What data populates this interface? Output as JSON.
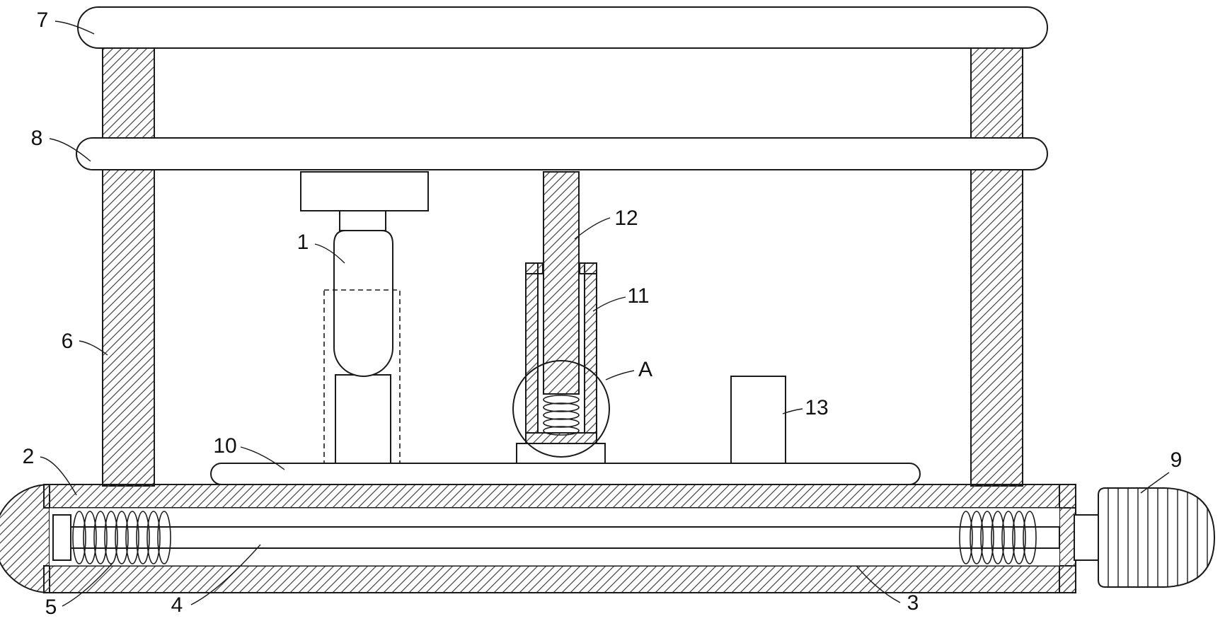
{
  "diagram": {
    "kind": "patent-mechanical-drawing",
    "detail_marker": "A",
    "colors": {
      "line": "#1a1a1a",
      "hatch": "#4a4a4a",
      "background": "#ffffff"
    },
    "labels": [
      {
        "id": "7",
        "text": "7"
      },
      {
        "id": "8",
        "text": "8"
      },
      {
        "id": "6",
        "text": "6"
      },
      {
        "id": "2",
        "text": "2"
      },
      {
        "id": "5",
        "text": "5"
      },
      {
        "id": "4",
        "text": "4"
      },
      {
        "id": "3",
        "text": "3"
      },
      {
        "id": "9",
        "text": "9"
      },
      {
        "id": "10",
        "text": "10"
      },
      {
        "id": "1",
        "text": "1"
      },
      {
        "id": "12",
        "text": "12"
      },
      {
        "id": "11",
        "text": "11"
      },
      {
        "id": "A",
        "text": "A"
      },
      {
        "id": "13",
        "text": "13"
      }
    ]
  }
}
